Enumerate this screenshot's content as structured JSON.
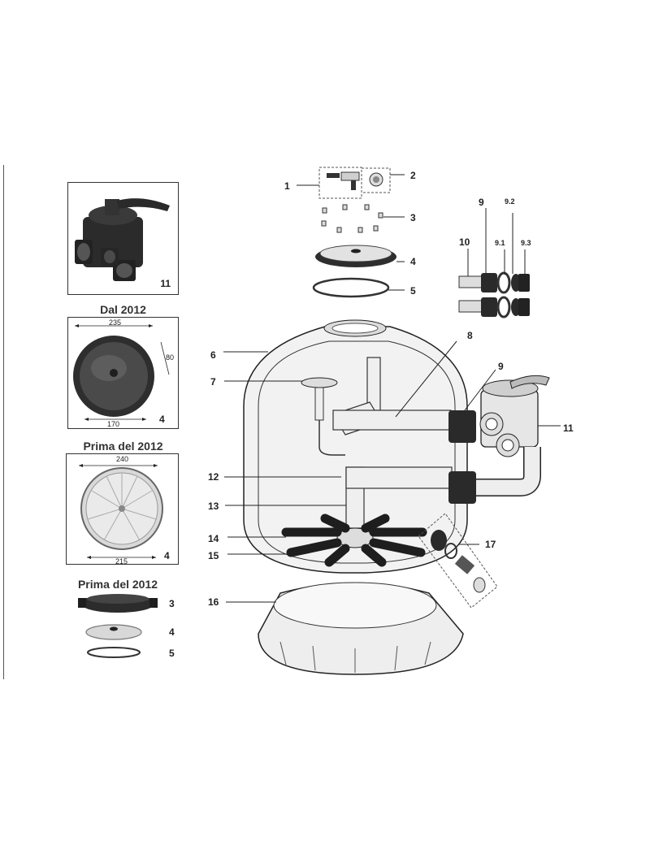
{
  "left_panels": {
    "valve": {
      "label": "11"
    },
    "lid_new": {
      "heading": "Dal 2012",
      "width_dim": "235",
      "height_dim": "80",
      "inner_dim": "170",
      "label": "4"
    },
    "lid_old": {
      "heading": "Prima del 2012",
      "width_dim": "240",
      "inner_dim": "215",
      "label": "4"
    },
    "lid_old_parts": {
      "heading": "Prima del 2012",
      "labels": [
        "3",
        "4",
        "5"
      ]
    }
  },
  "callouts": {
    "c1": "1",
    "c2": "2",
    "c3": "3",
    "c4": "4",
    "c5": "5",
    "c6": "6",
    "c7": "7",
    "c8": "8",
    "c9a": "9",
    "c9b": "9",
    "c91": "9.1",
    "c92": "9.2",
    "c93": "9.3",
    "c10": "10",
    "c11": "11",
    "c12": "12",
    "c13": "13",
    "c14": "14",
    "c15": "15",
    "c16": "16",
    "c17": "17"
  },
  "colors": {
    "line": "#222222",
    "dark_part": "#2a2a2a",
    "light_part": "#e8e8e8"
  }
}
